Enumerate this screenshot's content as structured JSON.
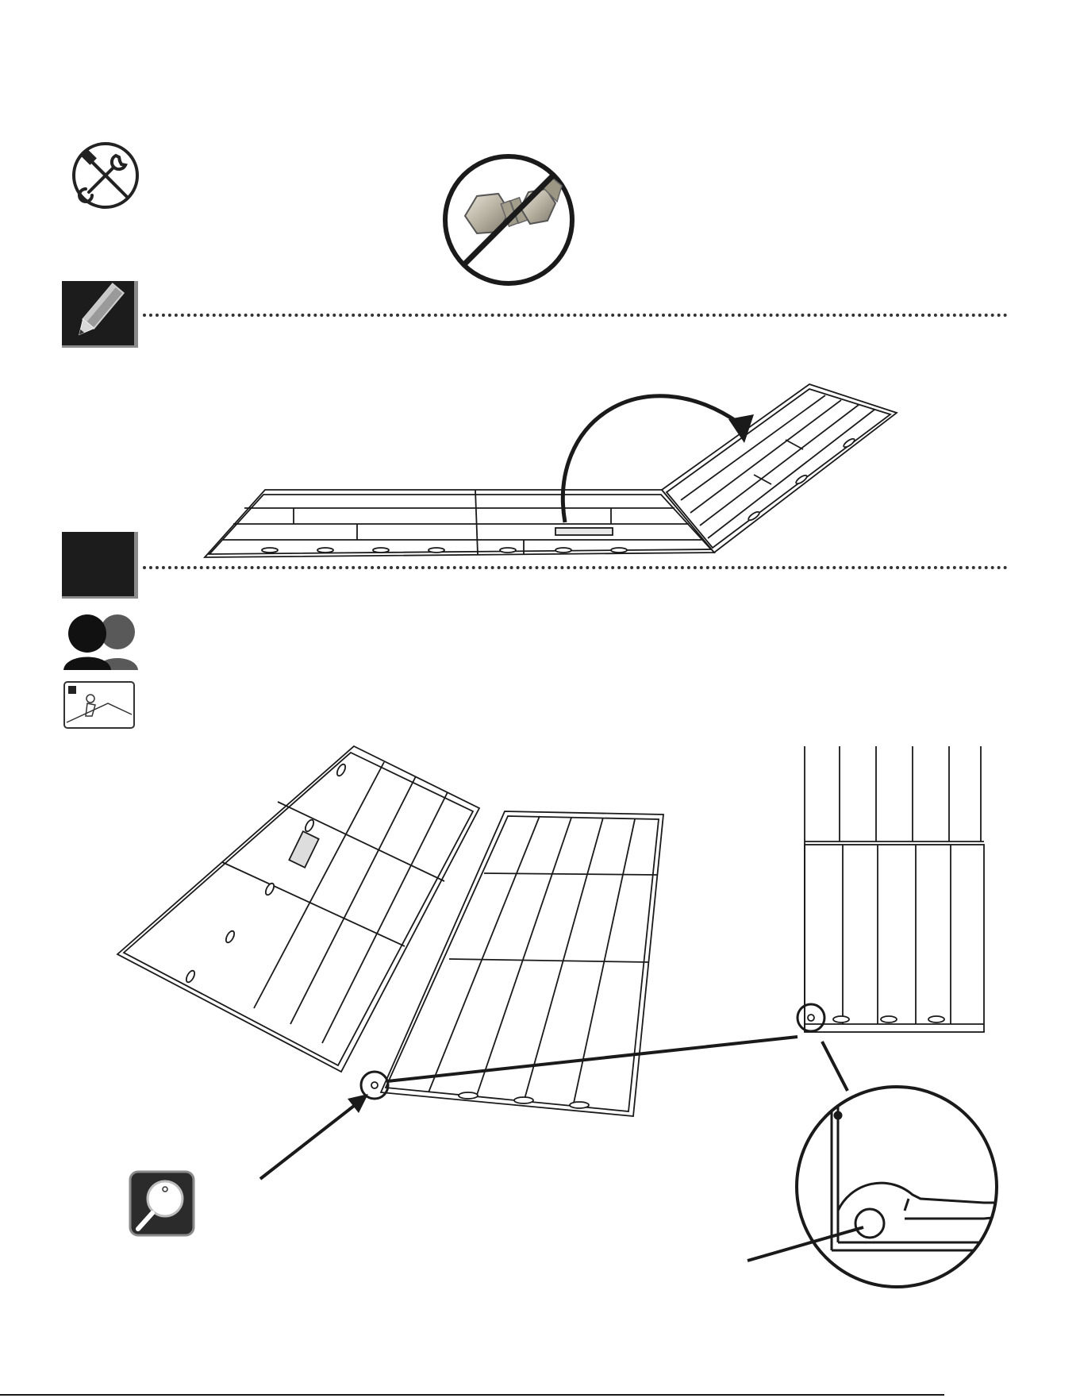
{
  "page": {
    "background": "#ffffff",
    "ink": "#1a1a1a"
  },
  "icons": {
    "no_tools": "no-tools-required-icon",
    "no_hardware": "no-hardware-required-icon",
    "pencil_tab": "pencil-icon",
    "step_tab": "step-marker",
    "two_people": "two-people-icon",
    "caution": "caution-pictogram-icon",
    "magnifier": "magnifier-detail-icon"
  },
  "illustrations": {
    "top": "roof-panel-fold-over",
    "bottom": "roof-panel-alignment",
    "detail": "corner-hole-detail"
  }
}
